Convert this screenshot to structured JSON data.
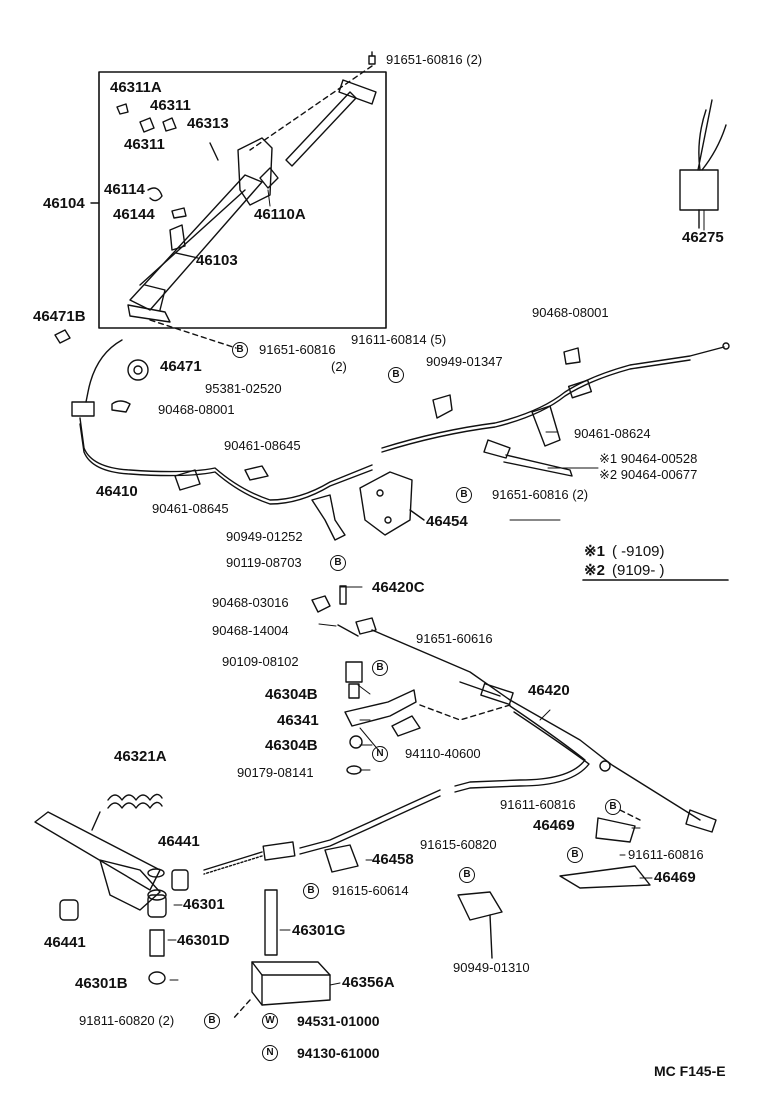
{
  "labels": {
    "p91651_60816_2_top": "91651-60816 (2)",
    "p46311A": "46311A",
    "p46311_a": "46311",
    "p46313": "46313",
    "p46311_b": "46311",
    "p46104": "46104",
    "p46114": "46114",
    "p46144": "46144",
    "p46110A": "46110A",
    "p46103": "46103",
    "p46275": "46275",
    "p46471B": "46471B",
    "p91651_60816_mid": "91651-60816",
    "p2_mid": "(2)",
    "p91611_60814": "91611-60814 (5)",
    "p90468_08001_top": "90468-08001",
    "p90949_01347": "90949-01347",
    "p46471": "46471",
    "p95381_02520": "95381-02520",
    "p90468_08001": "90468-08001",
    "p90461_08624": "90461-08624",
    "p90461_08645_a": "90461-08645",
    "p90464_00528": "※1 90464-00528",
    "p90464_00677": "※2 90464-00677",
    "p46410": "46410",
    "p91651_60816_2_right": "91651-60816 (2)",
    "p90461_08645_b": "90461-08645",
    "p46454": "46454",
    "p90949_01252": "90949-01252",
    "p90119_08703": "90119-08703",
    "note1_mark": "※1",
    "note1_range": "(       -9109)",
    "note2_mark": "※2",
    "note2_range": "(9109-        )",
    "p46420C": "46420C",
    "p90468_03016": "90468-03016",
    "p90468_14004": "90468-14004",
    "p91651_60616": "91651-60616",
    "p90109_08102": "90109-08102",
    "p46304B_a": "46304B",
    "p46420": "46420",
    "p46341": "46341",
    "p46304B_b": "46304B",
    "p94110_40600": "94110-40600",
    "p90179_08141": "90179-08141",
    "p46321A": "46321A",
    "p91611_60816_a": "91611-60816",
    "p46469_a": "46469",
    "p46441_a": "46441",
    "p46458": "46458",
    "p91615_60820": "91615-60820",
    "p91611_60816_b": "91611-60816",
    "p46469_b": "46469",
    "p46301": "46301",
    "p91615_60614": "91615-60614",
    "p46441_b": "46441",
    "p46301D": "46301D",
    "p46301G": "46301G",
    "p90949_01310": "90949-01310",
    "p46301B": "46301B",
    "p46356A": "46356A",
    "p91811_60820": "91811-60820 (2)",
    "p94531_01000": "94531-01000",
    "p94130_61000": "94130-61000",
    "footer": "MC  F145-E"
  },
  "symbols": {
    "bolt": "B",
    "nut": "N",
    "washer": "W"
  }
}
